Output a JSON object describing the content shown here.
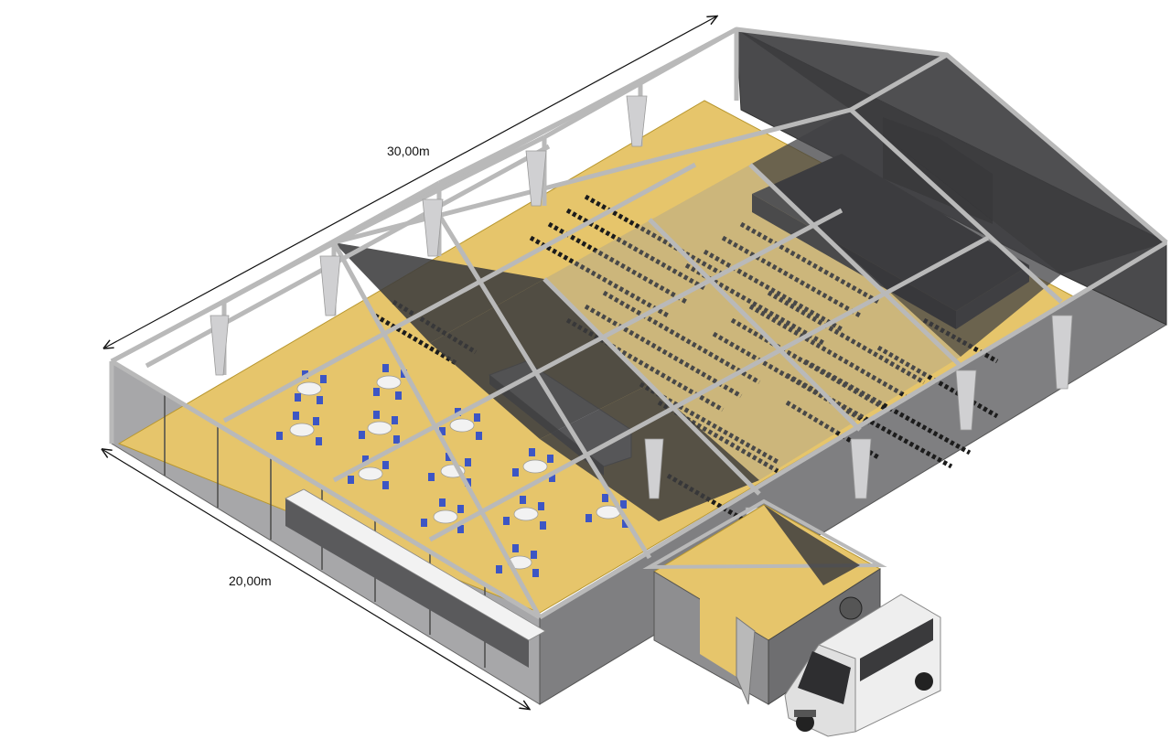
{
  "dimensions": {
    "length_label": "30,00m",
    "width_label": "20,00m"
  },
  "colors": {
    "floor": "#e6c56b",
    "roof_dark": "#3c3c3e",
    "roof_glass": "#8a8a8c",
    "frame": "#b9b9b9",
    "wall": "#8e8e90",
    "chair_blue": "#3d56c4",
    "chair_black": "#1c1c1c",
    "table_white": "#f2f2f2",
    "stage": "#2a2a2c",
    "van": "#eeeeee"
  },
  "scene": {
    "tent_icon": "event-tent",
    "entrance_icon": "entrance-pavilion",
    "vehicle_icon": "minibus"
  }
}
